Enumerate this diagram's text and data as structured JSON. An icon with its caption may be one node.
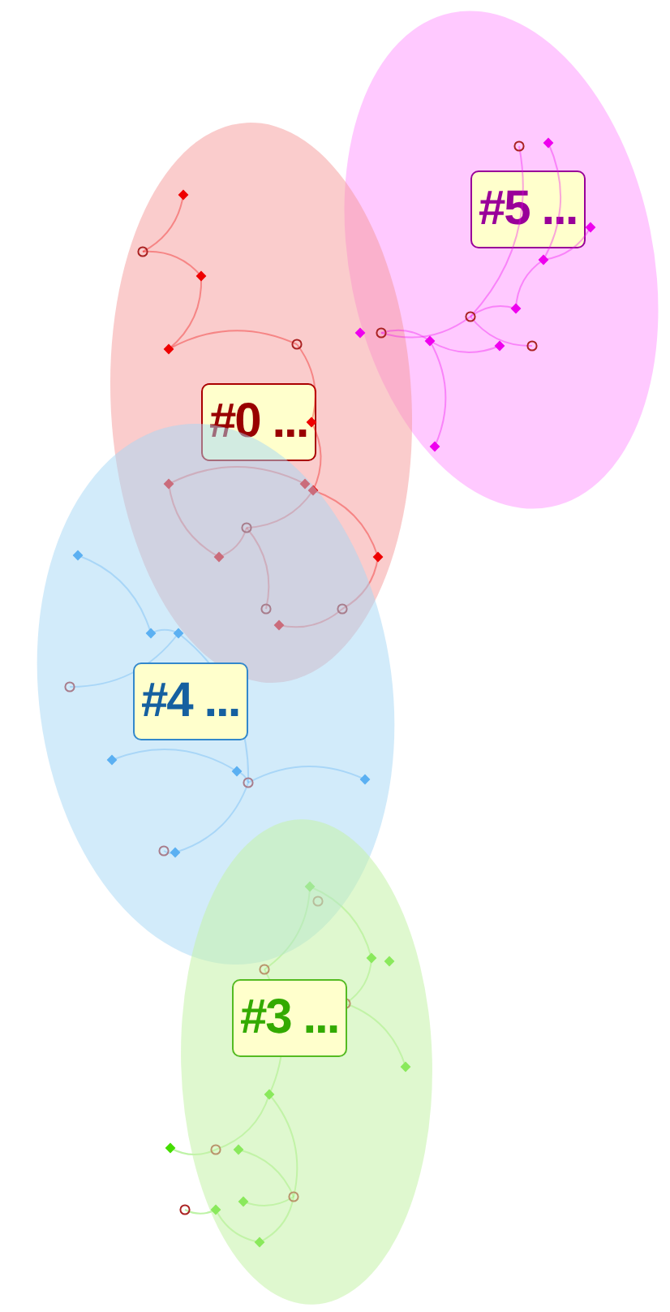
{
  "diagram": {
    "nodes": [
      {
        "text": [
          "#5 ..."
        ]
      },
      {
        "text": [
          "#0 ..."
        ]
      },
      {
        "text": [
          "#4 ..."
        ]
      },
      {
        "text": [
          "#3 ..."
        ]
      }
    ]
  }
}
